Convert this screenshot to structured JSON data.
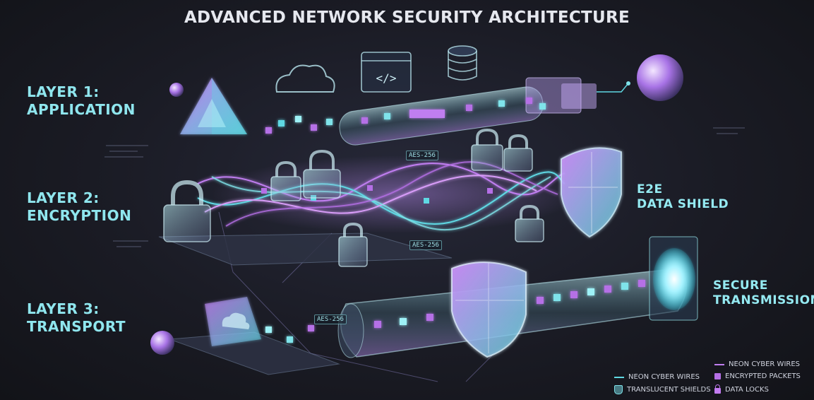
{
  "title": "ADVANCED NETWORK SECURITY ARCHITECTURE",
  "layers": [
    {
      "label": "LAYER 1:\nAPPLICATION"
    },
    {
      "label": "LAYER 2:\nENCRYPTION"
    },
    {
      "label": "LAYER 3:\nTRANSPORT"
    }
  ],
  "callouts": {
    "shield": "E2E\nDATA SHIELD",
    "transmission": "SECURE\nTRANSMISSION"
  },
  "aes_tags": [
    "AES-256",
    "AES-256",
    "AES-256"
  ],
  "legend": {
    "neon_wires_cyan": "NEON CYBER WIRES",
    "translucent_shields": "TRANSLUCENT SHIELDS",
    "neon_wires_violet": "NEON CYBER WIRES",
    "encrypted_packets": "ENCRYPTED PACKETS",
    "data_locks": "DATA LOCKS"
  },
  "icons": [
    "cloud-icon",
    "code-window-icon",
    "database-icon",
    "padlock-icon",
    "shield-icon",
    "sphere-icon",
    "pyramid-icon",
    "portal-icon"
  ],
  "colors": {
    "cyan": "#5fd8e3",
    "violet": "#c07ef0",
    "text_cyan": "#8fe6ee",
    "background": "#17181f"
  }
}
